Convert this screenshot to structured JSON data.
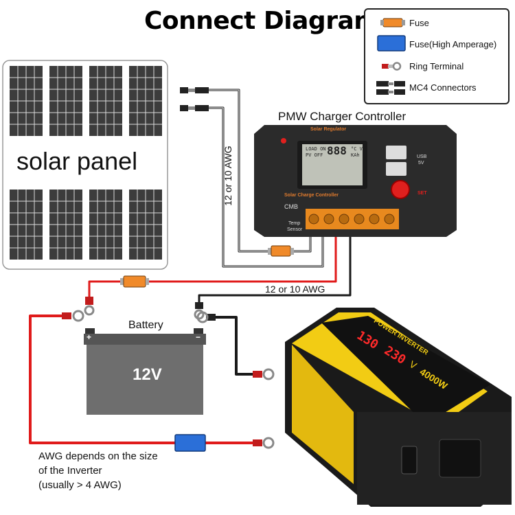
{
  "title": "Connect Diagram",
  "legend": {
    "items": [
      {
        "label": "Fuse",
        "icon": "fuse-icon"
      },
      {
        "label": "Fuse(High Amperage)",
        "icon": "high-amperage-fuse-icon"
      },
      {
        "label": "Ring Terminal",
        "icon": "ring-terminal-icon"
      },
      {
        "label": "MC4 Connectors",
        "icon": "mc4-connector-icon"
      }
    ]
  },
  "solar_panel": {
    "label": "solar panel"
  },
  "controller": {
    "title": "PMW Charger Controller",
    "top_label": "Solar Regulator",
    "bottom_label": "Solar Charge Controller",
    "cmb": "CMB",
    "temp": "Temp",
    "sensor": "Sensor",
    "usb": "USB",
    "usb_v": "5V",
    "set": "SET",
    "lcd_load": "LOAD ON",
    "lcd_pv": "PV OFF",
    "lcd_digits": "888",
    "lcd_unit1": "°C V",
    "lcd_unit2": "KAh"
  },
  "wire_labels": {
    "vertical_awg": "12 or 10 AWG",
    "horizontal_awg": "12 or 10 AWG"
  },
  "battery": {
    "label": "Battery",
    "voltage": "12V",
    "plus": "+",
    "minus": "−"
  },
  "inverter": {
    "brand": "POWER INVERTER",
    "display_left": "130",
    "display_right": "230",
    "display_unit": "V",
    "rating": "4000W"
  },
  "note": {
    "line1": "AWG depends on the size",
    "line2": "of the Inverter",
    "line3": "(usually  > 4 AWG)"
  },
  "colors": {
    "wire_red": "#e01b1b",
    "wire_black": "#1a1a1a",
    "fuse_orange": "#f08a2a",
    "fuse_blue": "#2b6fd8",
    "inverter_yellow": "#f2cc14",
    "battery_gray": "#6e6e6e"
  }
}
